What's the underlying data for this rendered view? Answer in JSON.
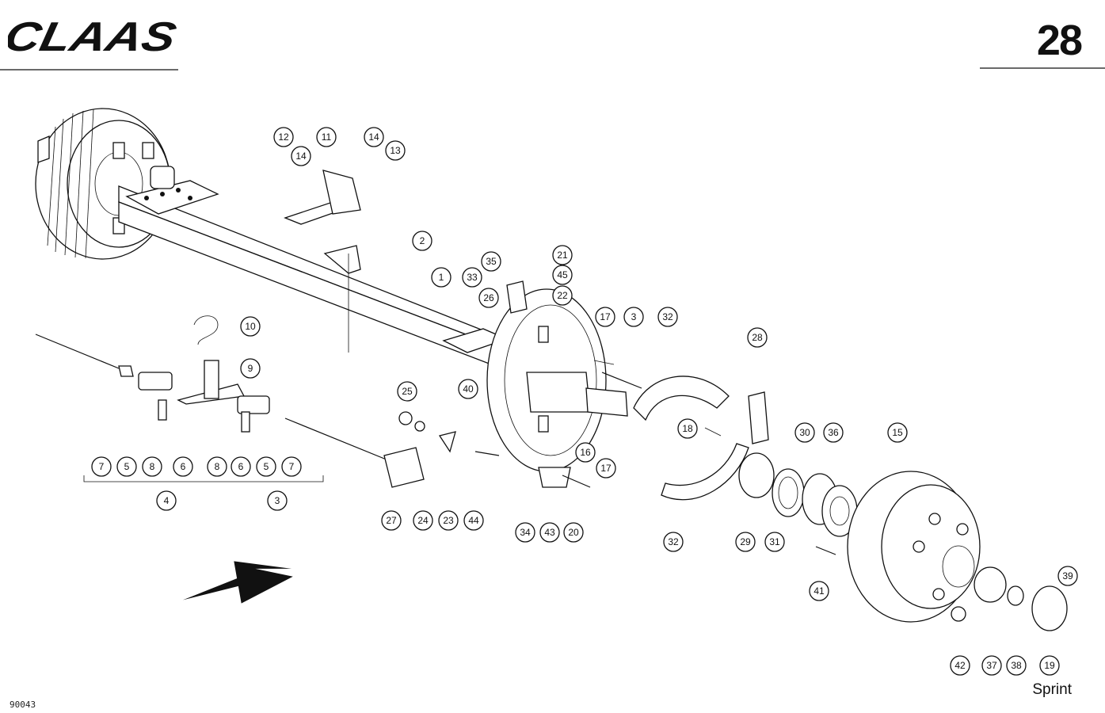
{
  "header": {
    "brand": "CLAAS",
    "page_number": "28"
  },
  "footer": {
    "model_label": "Sprint",
    "drawing_code": "90043"
  },
  "callouts": [
    {
      "label": "12"
    },
    {
      "label": "14"
    },
    {
      "label": "11"
    },
    {
      "label": "14"
    },
    {
      "label": "13"
    },
    {
      "label": "2"
    },
    {
      "label": "1"
    },
    {
      "label": "33"
    },
    {
      "label": "35"
    },
    {
      "label": "21"
    },
    {
      "label": "45"
    },
    {
      "label": "26"
    },
    {
      "label": "22"
    },
    {
      "label": "10"
    },
    {
      "label": "9"
    },
    {
      "label": "17"
    },
    {
      "label": "3"
    },
    {
      "label": "32"
    },
    {
      "label": "28"
    },
    {
      "label": "40"
    },
    {
      "label": "25"
    },
    {
      "label": "18"
    },
    {
      "label": "30"
    },
    {
      "label": "36"
    },
    {
      "label": "15"
    },
    {
      "label": "16"
    },
    {
      "label": "17"
    },
    {
      "label": "7"
    },
    {
      "label": "5"
    },
    {
      "label": "8"
    },
    {
      "label": "6"
    },
    {
      "label": "8"
    },
    {
      "label": "6"
    },
    {
      "label": "5"
    },
    {
      "label": "7"
    },
    {
      "label": "4"
    },
    {
      "label": "3"
    },
    {
      "label": "27"
    },
    {
      "label": "24"
    },
    {
      "label": "23"
    },
    {
      "label": "44"
    },
    {
      "label": "34"
    },
    {
      "label": "43"
    },
    {
      "label": "20"
    },
    {
      "label": "32"
    },
    {
      "label": "29"
    },
    {
      "label": "31"
    },
    {
      "label": "41"
    },
    {
      "label": "39"
    },
    {
      "label": "42"
    },
    {
      "label": "37"
    },
    {
      "label": "38"
    },
    {
      "label": "19"
    }
  ]
}
